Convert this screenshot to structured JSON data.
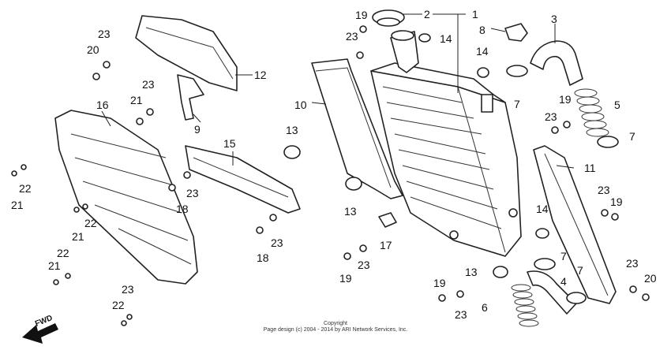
{
  "diagram": {
    "callouts": [
      "1",
      "2",
      "3",
      "4",
      "5",
      "6",
      "7",
      "7",
      "7",
      "7",
      "8",
      "9",
      "10",
      "11",
      "12",
      "13",
      "13",
      "13",
      "14",
      "14",
      "14",
      "15",
      "16",
      "17",
      "18",
      "18",
      "19",
      "19",
      "19",
      "19",
      "19",
      "20",
      "20",
      "21",
      "21",
      "21",
      "21",
      "22",
      "22",
      "22",
      "22",
      "23",
      "23",
      "23",
      "23",
      "23",
      "23",
      "23",
      "23",
      "23",
      "23"
    ],
    "direction_label": "FWD",
    "copyright": {
      "line1": "Copyright",
      "line2": "Page design (c) 2004 - 2014 by ARI Network Services, Inc."
    }
  }
}
